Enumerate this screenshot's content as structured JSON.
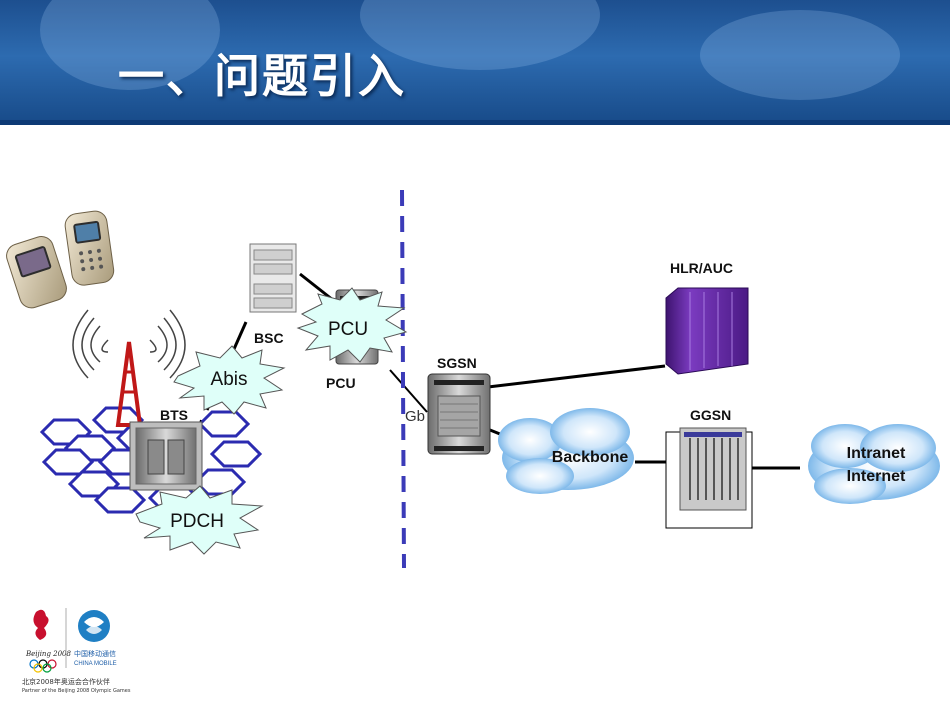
{
  "slide": {
    "title": "一、问题引入"
  },
  "diagram": {
    "nodes": {
      "bsc": "BSC",
      "pcu": "PCU",
      "bts": "BTS",
      "sgsn": "SGSN",
      "hlr": "HLR/AUC",
      "ggsn": "GGSN"
    },
    "bursts": {
      "pcu": "PCU",
      "abis": "Abis",
      "pdch": "PDCH"
    },
    "interfaces": {
      "gb": "Gb"
    },
    "clouds": {
      "backbone": "Backbone",
      "intranet_line1": "Intranet",
      "intranet_line2": "Internet"
    }
  },
  "footer": {
    "cm_cn": "中国移动通信",
    "cm_en": "CHINA MOBILE",
    "beijing": "Beijing 2008",
    "partner_cn": "北京2008年奥运会合作伙伴",
    "partner_en": "Partner of the Beijing 2008 Olympic Games"
  },
  "colors": {
    "header_blue": "#1d4f8f",
    "dash_line": "#3b3bb8",
    "hlr_purple": "#6a2fa8",
    "cloud_blue": "#5aa6e6"
  }
}
